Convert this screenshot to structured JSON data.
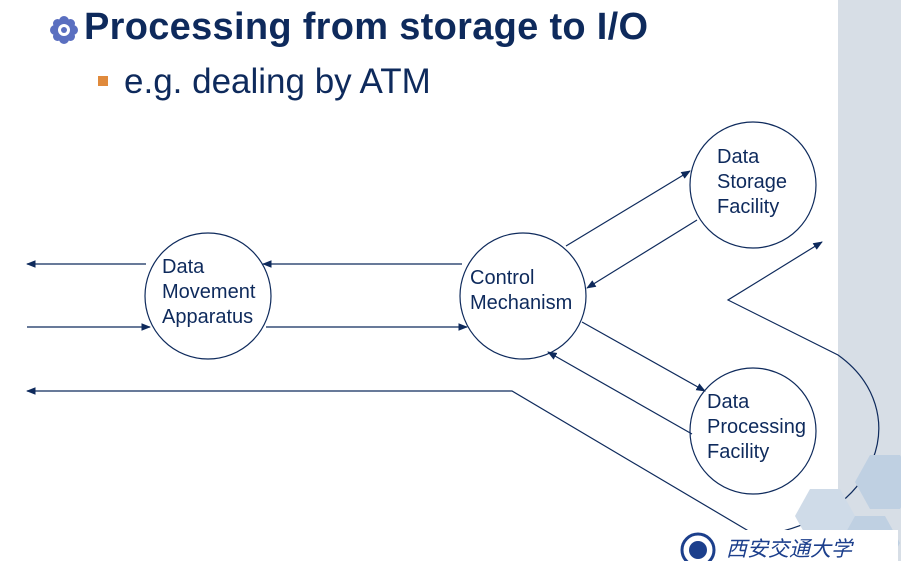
{
  "slide": {
    "title": "Processing from storage to I/O",
    "subtitle": "e.g. dealing by ATM"
  },
  "nodes": {
    "movement": [
      "Data",
      "Movement",
      "Apparatus"
    ],
    "control": [
      "Control",
      "Mechanism"
    ],
    "storage": [
      "Data",
      "Storage",
      "Facility"
    ],
    "processing": [
      "Data",
      "Processing",
      "Facility"
    ]
  },
  "logo": {
    "name": "西安交通大学"
  },
  "colors": {
    "title": "#0e2a5c",
    "bullet": "#e08a3c",
    "line": "#0e2a5c",
    "band": "#d7dee6"
  }
}
